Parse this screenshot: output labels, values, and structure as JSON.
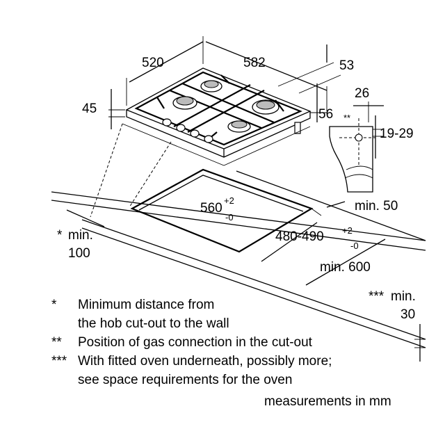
{
  "dimensions": {
    "depth": "520",
    "width": "582",
    "hob_height": "45",
    "edge_offset": "53",
    "gas_offset": "56",
    "bracket_width": "26",
    "bracket_range": "19-29",
    "gas_mark": "**",
    "cutout_width": "560",
    "cutout_width_tol_plus": "+2",
    "cutout_width_tol_minus": "-0",
    "cutout_depth": "480-490",
    "cutout_depth_tol_plus": "+2",
    "cutout_depth_tol_minus": "-0",
    "min_front": "min. 50",
    "wall_mark": "*",
    "wall_min": "min.",
    "wall_value": "100",
    "worktop_depth": "min. 600",
    "oven_mark": "***",
    "oven_min": "min.",
    "oven_value": "30"
  },
  "notes": [
    {
      "mark": "*",
      "lines": [
        "Minimum distance from",
        "the hob cut-out to the wall"
      ]
    },
    {
      "mark": "**",
      "lines": [
        "Position of gas connection in the cut-out"
      ]
    },
    {
      "mark": "***",
      "lines": [
        "With fitted oven underneath, possibly more;",
        "see space requirements for the oven"
      ]
    }
  ],
  "units_note": "measurements in mm"
}
